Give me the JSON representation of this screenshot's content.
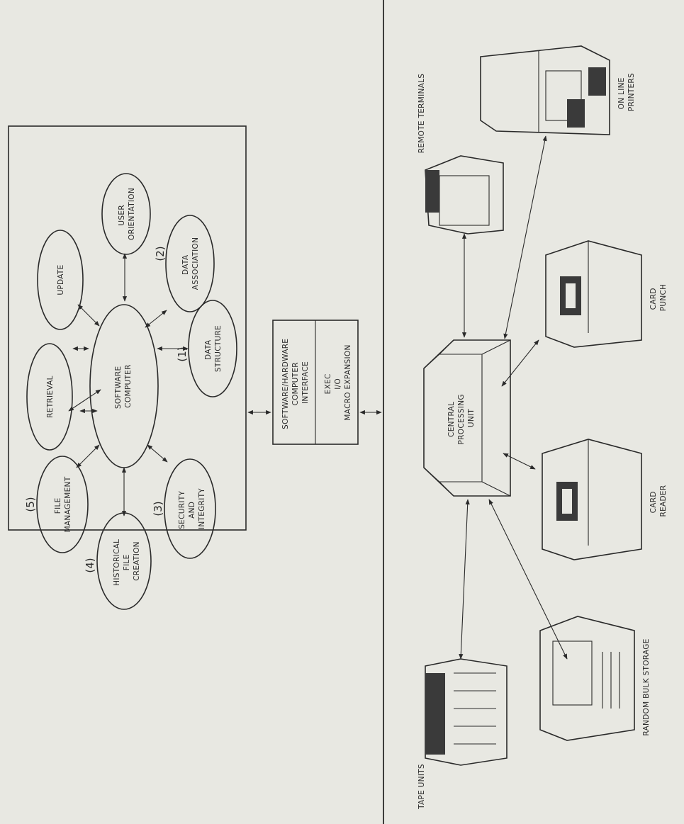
{
  "software": {
    "center": [
      "SOFTWARE",
      "COMPUTER"
    ],
    "retrieval": [
      "RETRIEVAL"
    ],
    "update": [
      "UPDATE"
    ],
    "user_orientation": [
      "USER",
      "ORIENTATION"
    ],
    "data_association": [
      "DATA",
      "ASSOCIATION"
    ],
    "data_structure": [
      "DATA",
      "STRUCTURE"
    ],
    "security": [
      "SECURITY",
      "AND",
      "INTEGRITY"
    ],
    "historical": [
      "HISTORICAL",
      "FILE",
      "CREATION"
    ],
    "file_management": [
      "FILE",
      "MANAGEMENT"
    ],
    "num_1": "(1)",
    "num_2": "(2)",
    "num_3": "(3)",
    "num_4": "(4)",
    "num_5": "(5)"
  },
  "interface": {
    "top": [
      "SOFTWARE/HARDWARE",
      "COMPUTER",
      "INTERFACE"
    ],
    "bottom": [
      "EXEC",
      "I/O",
      "MACRO EXPANSION"
    ]
  },
  "hardware": {
    "cpu": [
      "CENTRAL",
      "PROCESSING",
      "UNIT"
    ],
    "remote_terminals": [
      "REMOTE TERMINALS"
    ],
    "online_printers": [
      "ON LINE",
      "PRINTERS"
    ],
    "card_punch": [
      "CARD",
      "PUNCH"
    ],
    "card_reader": [
      "CARD",
      "READER"
    ],
    "random_bulk_storage": [
      "RANDOM BULK STORAGE"
    ],
    "tape_units": [
      "TAPE UNITS"
    ]
  }
}
